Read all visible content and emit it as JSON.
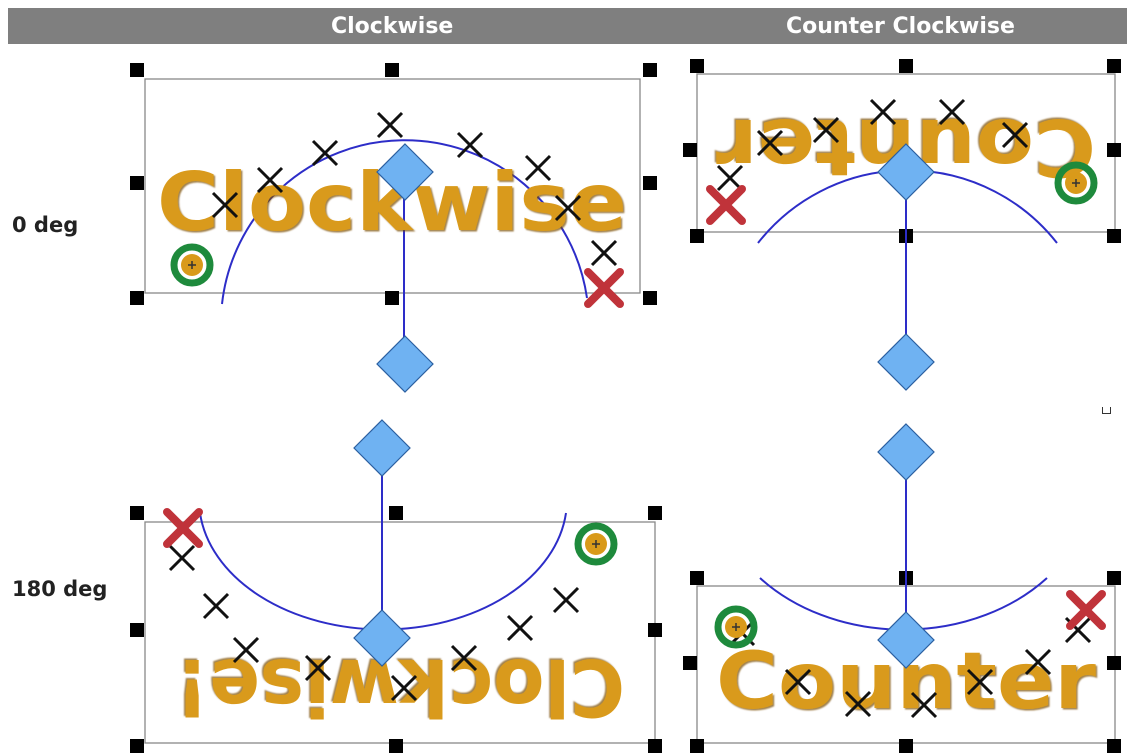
{
  "columns": {
    "clockwise": "Clockwise",
    "counter": "Counter Clockwise"
  },
  "rows": {
    "zero": "0 deg",
    "oneeighty": "180 deg"
  },
  "panels": {
    "cw0": {
      "text": "Clockwise"
    },
    "ccw0": {
      "text": "Counter"
    },
    "cw180": {
      "text": "Clockwise!"
    },
    "ccw180": {
      "text": "Counter"
    }
  },
  "colors": {
    "header": "#7f7f7f",
    "stitch": "#d99a1a",
    "baseline": "#2d2dc8",
    "handle": "#6fb2f2",
    "start": "#1e8a3c",
    "end": "#c0333a"
  }
}
